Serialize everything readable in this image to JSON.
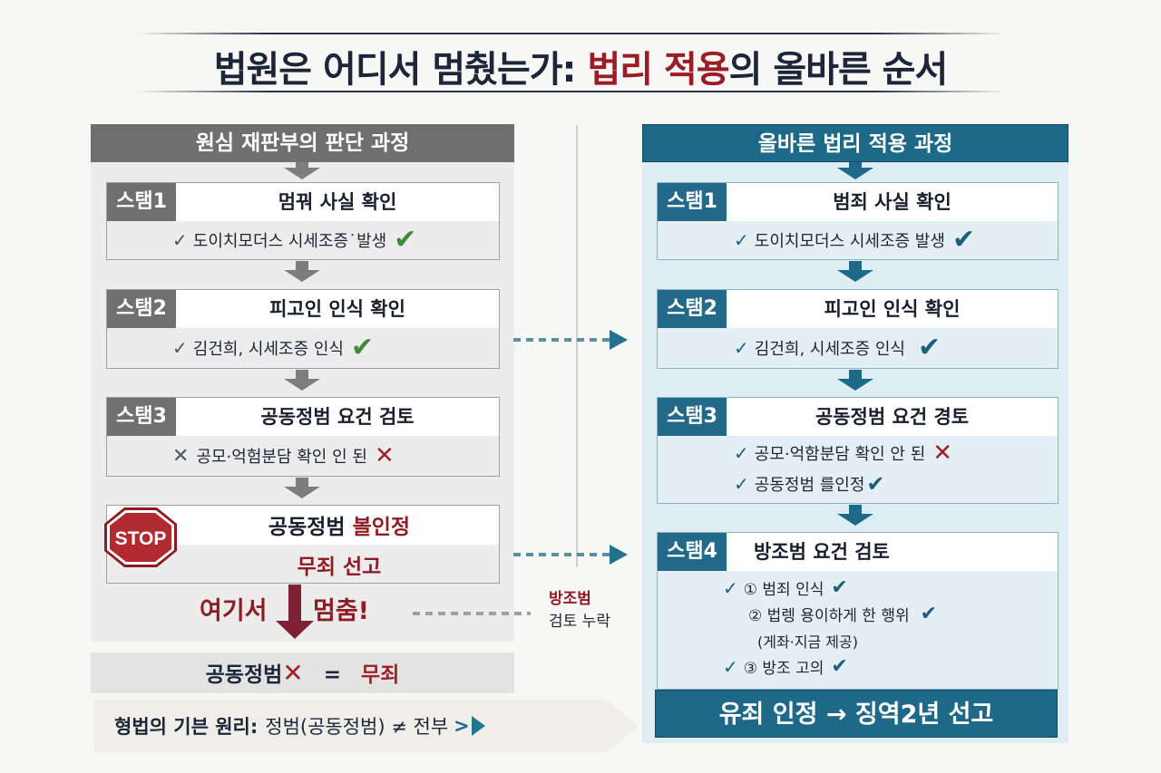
{
  "title": {
    "part1": "법원은 어디서 멈췄는가: ",
    "highlight": "법리 적용",
    "part2": "의 올바른 순서"
  },
  "left_panel": {
    "header": "원심 재판부의 판단 과정",
    "steps": [
      {
        "tag": "스탬1",
        "title": "멈꿔 사실 확인",
        "lines": [
          {
            "text": "도이치모더스 시세조증˙발생",
            "lead": "check",
            "trail": "check-green"
          }
        ]
      },
      {
        "tag": "스탬2",
        "title": "피고인 인식 확인",
        "lines": [
          {
            "text": "김건희, 시세조증 인식",
            "lead": "check",
            "trail": "check-green"
          }
        ]
      },
      {
        "tag": "스탬3",
        "title": "공동정범 요건 검토",
        "lines": [
          {
            "text": "공모·억험분담 확인 인 된",
            "lead": "x",
            "trail": "x-red"
          }
        ]
      }
    ],
    "stop": {
      "sign": "STOP",
      "line1_a": "공동정범 ",
      "line1_b": "볼인정",
      "line2": "무죄 선고"
    },
    "here_left": "여기서",
    "here_right": "멈춤!",
    "result": {
      "a": "공동정범",
      "x": "✕",
      "eq": "=",
      "b": "무죄"
    },
    "principle": {
      "bold": "형법의 기븐 원리:",
      "normal": "정범(공동정범) ≠ 전부",
      "gt": ">"
    }
  },
  "middle": {
    "missing_label_1": "방조범",
    "missing_label_2": "검토 누락"
  },
  "right_panel": {
    "header": "올바른 법리 적용 과정",
    "steps": [
      {
        "tag": "스탬1",
        "title": "범죄 사실 확인",
        "lines": [
          {
            "text": "도이치모더스 시세조증 발생"
          }
        ]
      },
      {
        "tag": "스탬2",
        "title": "피고인 인식 확인",
        "lines": [
          {
            "text": "김건희, 시세조증 인식"
          }
        ]
      },
      {
        "tag": "스탬3",
        "title": "공동정범 요건 경토",
        "lines": [
          {
            "text": "공모·억함분담 확인 안 된",
            "trail": "x-red"
          },
          {
            "text": "공동정범 를인정",
            "trail": "check"
          }
        ]
      },
      {
        "tag": "스탬4",
        "title": "방조범 요건 검토",
        "lines": [
          {
            "text": "① 범죄 인식",
            "lead": "check",
            "trail": "check"
          },
          {
            "text": "② 법렝 용이하게 한 행위",
            "trail": "check"
          },
          {
            "text": "(게좌·지금 제공)"
          },
          {
            "text": "③ 방조 고의",
            "lead": "check",
            "trail": "check"
          }
        ]
      }
    ],
    "verdict": "유죄 인정 → 징역2년 선고"
  },
  "icons": {
    "check": "✓",
    "check_big": "✔",
    "cross": "✕"
  },
  "colors": {
    "accent_red": "#9b1c25",
    "teal": "#1e6888",
    "gray": "#707070",
    "green": "#3f8a3a"
  }
}
